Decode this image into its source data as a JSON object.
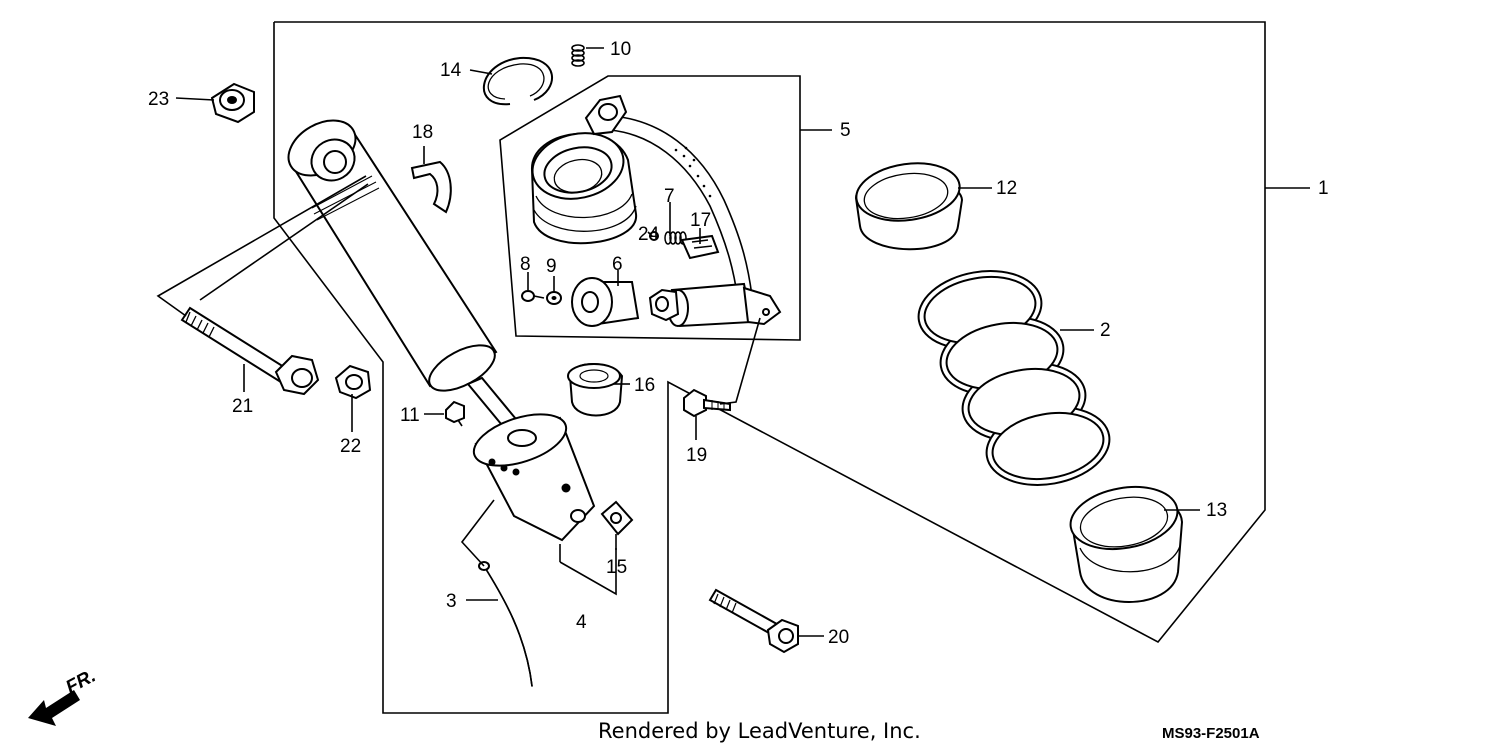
{
  "callouts": [
    {
      "id": "1",
      "text": "1"
    },
    {
      "id": "2",
      "text": "2"
    },
    {
      "id": "3",
      "text": "3"
    },
    {
      "id": "4",
      "text": "4"
    },
    {
      "id": "5",
      "text": "5"
    },
    {
      "id": "6",
      "text": "6"
    },
    {
      "id": "7",
      "text": "7"
    },
    {
      "id": "8",
      "text": "8"
    },
    {
      "id": "9",
      "text": "9"
    },
    {
      "id": "10",
      "text": "10"
    },
    {
      "id": "11",
      "text": "11"
    },
    {
      "id": "12",
      "text": "12"
    },
    {
      "id": "13",
      "text": "13"
    },
    {
      "id": "14",
      "text": "14"
    },
    {
      "id": "15",
      "text": "15"
    },
    {
      "id": "16",
      "text": "16"
    },
    {
      "id": "17",
      "text": "17"
    },
    {
      "id": "18",
      "text": "18"
    },
    {
      "id": "19",
      "text": "19"
    },
    {
      "id": "20",
      "text": "20"
    },
    {
      "id": "21",
      "text": "21"
    },
    {
      "id": "22",
      "text": "22"
    },
    {
      "id": "23",
      "text": "23"
    },
    {
      "id": "24",
      "text": "24"
    }
  ],
  "direction_label": "FR.",
  "footer": {
    "credit": "Rendered by LeadVenture, Inc.",
    "diagram_code": "MS93-F2501A"
  }
}
